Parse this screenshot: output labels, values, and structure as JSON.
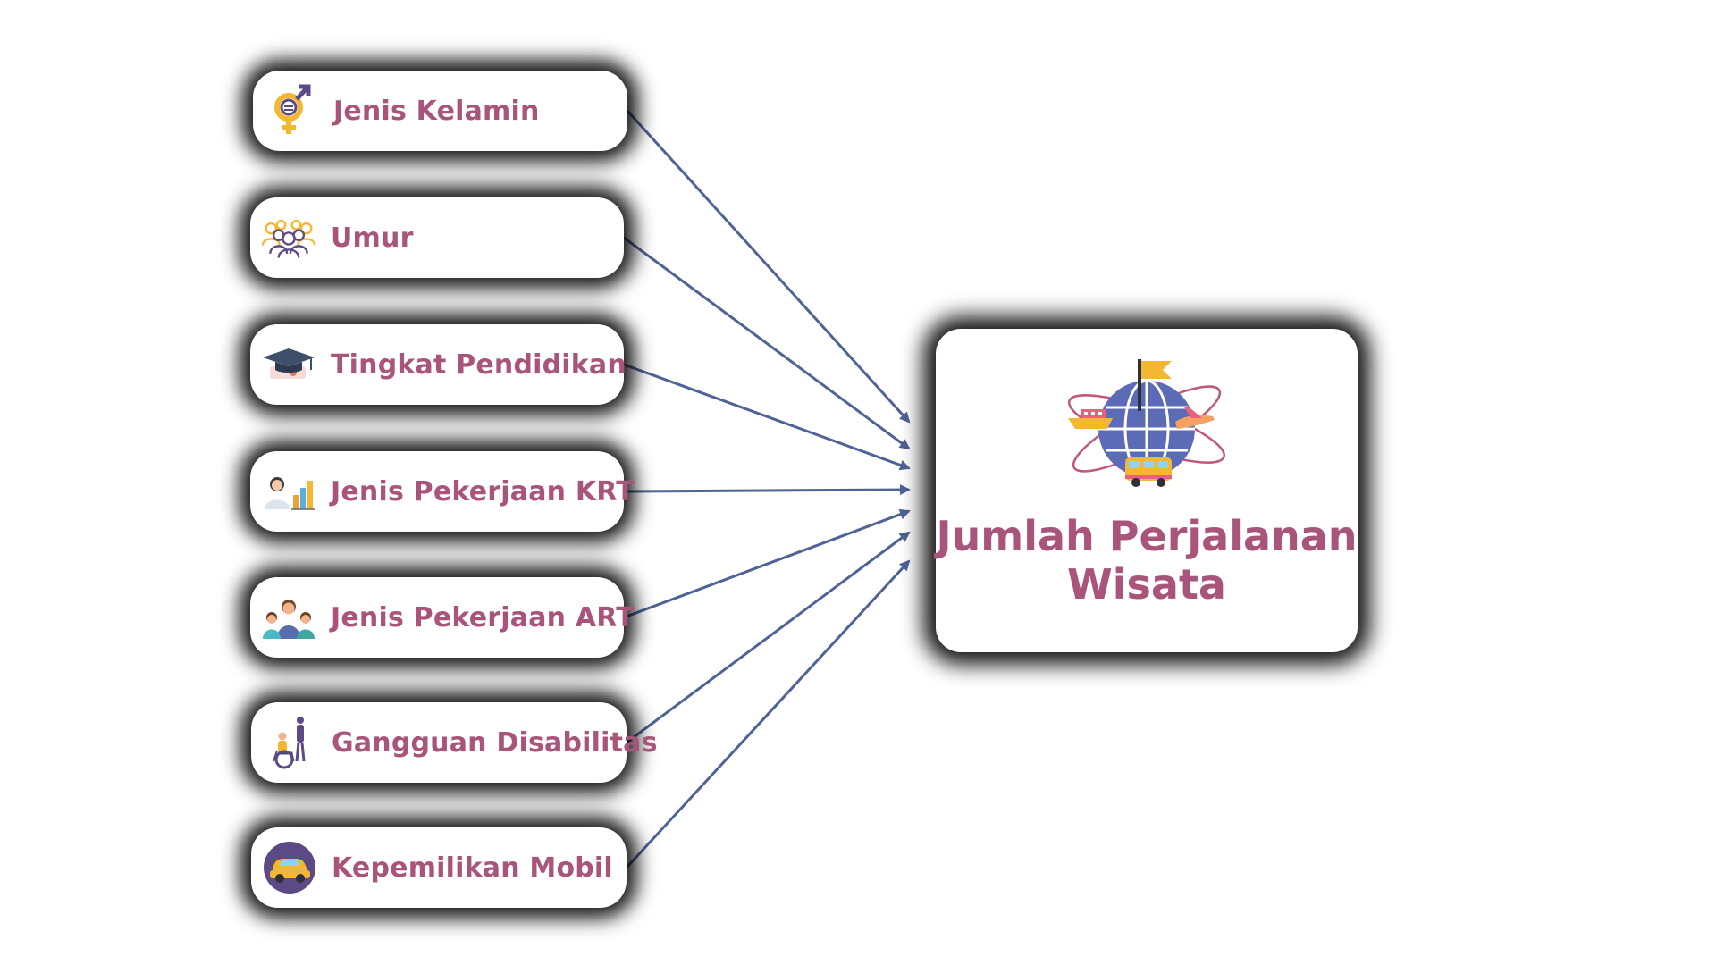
{
  "factors": [
    {
      "label": "Jenis Kelamin",
      "icon": "gender-icon"
    },
    {
      "label": "Umur",
      "icon": "people-group-icon"
    },
    {
      "label": "Tingkat Pendidikan",
      "icon": "graduation-cap-icon"
    },
    {
      "label": "Jenis Pekerjaan KRT",
      "icon": "worker-chart-icon"
    },
    {
      "label": "Jenis Pekerjaan ART",
      "icon": "family-icon"
    },
    {
      "label": "Gangguan Disabilitas",
      "icon": "wheelchair-icon"
    },
    {
      "label": "Kepemilikan Mobil",
      "icon": "car-icon"
    }
  ],
  "target": {
    "title_line1": "Jumlah Perjalanan",
    "title_line2": "Wisata",
    "icon": "travel-globe-icon"
  },
  "colors": {
    "label": "#a9547a",
    "arrow": "#4f6396",
    "icon_yellow": "#f4b731",
    "icon_purple": "#5b4a86"
  }
}
